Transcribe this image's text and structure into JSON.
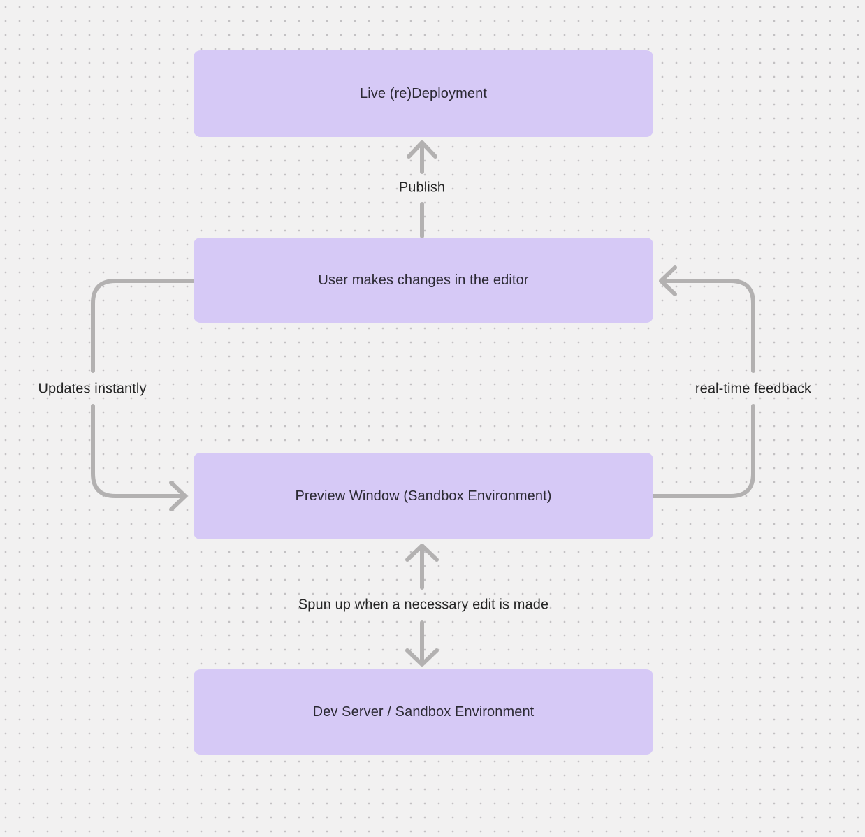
{
  "diagram": {
    "colors": {
      "background": "#f2f1f1",
      "grid_dot": "#c3c1c3",
      "node_fill": "#d6c9f6",
      "node_text": "#2b2933",
      "arrow": "#b3b1b1",
      "label_text": "#262626"
    },
    "nodes": [
      {
        "id": "live-redeployment",
        "label": "Live (re)Deployment"
      },
      {
        "id": "user-editor",
        "label": "User makes changes in the editor"
      },
      {
        "id": "preview-window",
        "label": "Preview Window (Sandbox Environment)"
      },
      {
        "id": "dev-server",
        "label": "Dev Server / Sandbox Environment"
      }
    ],
    "edges": [
      {
        "id": "publish",
        "label": "Publish",
        "from": "user-editor",
        "to": "live-redeployment",
        "direction": "up"
      },
      {
        "id": "updates-instantly",
        "label": "Updates instantly",
        "from": "user-editor",
        "to": "preview-window",
        "direction": "left-loop"
      },
      {
        "id": "realtime-feedback",
        "label": "real-time feedback",
        "from": "preview-window",
        "to": "user-editor",
        "direction": "right-loop"
      },
      {
        "id": "spun-up",
        "label": "Spun up when a necessary edit is made",
        "from": "preview-window",
        "to": "dev-server",
        "direction": "both"
      }
    ]
  }
}
